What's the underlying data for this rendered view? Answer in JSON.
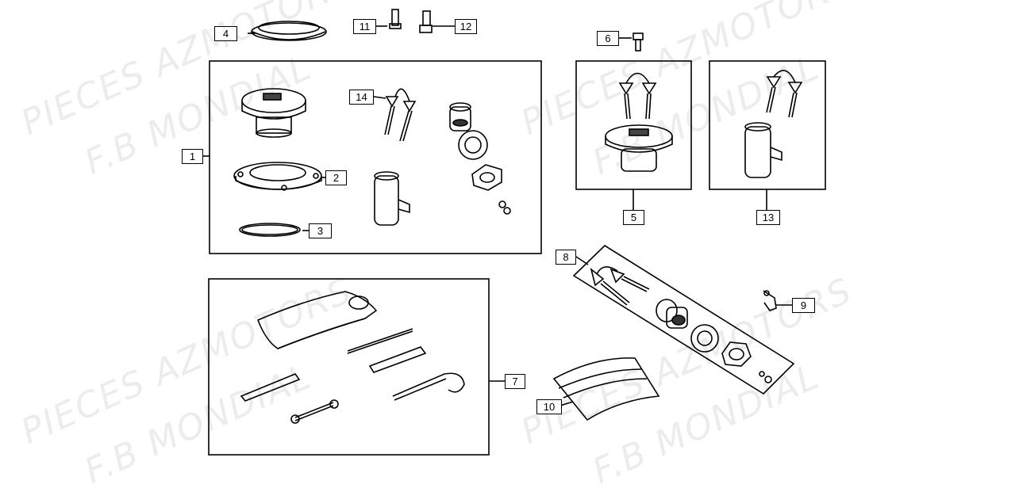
{
  "watermark": {
    "line1": "PIECES AZMOTORS",
    "line2": "F.B MONDIAL"
  },
  "callouts": {
    "c1": "1",
    "c2": "2",
    "c3": "3",
    "c4": "4",
    "c5": "5",
    "c6": "6",
    "c7": "7",
    "c8": "8",
    "c9": "9",
    "c10": "10",
    "c11": "11",
    "c12": "12",
    "c13": "13",
    "c14": "14"
  }
}
